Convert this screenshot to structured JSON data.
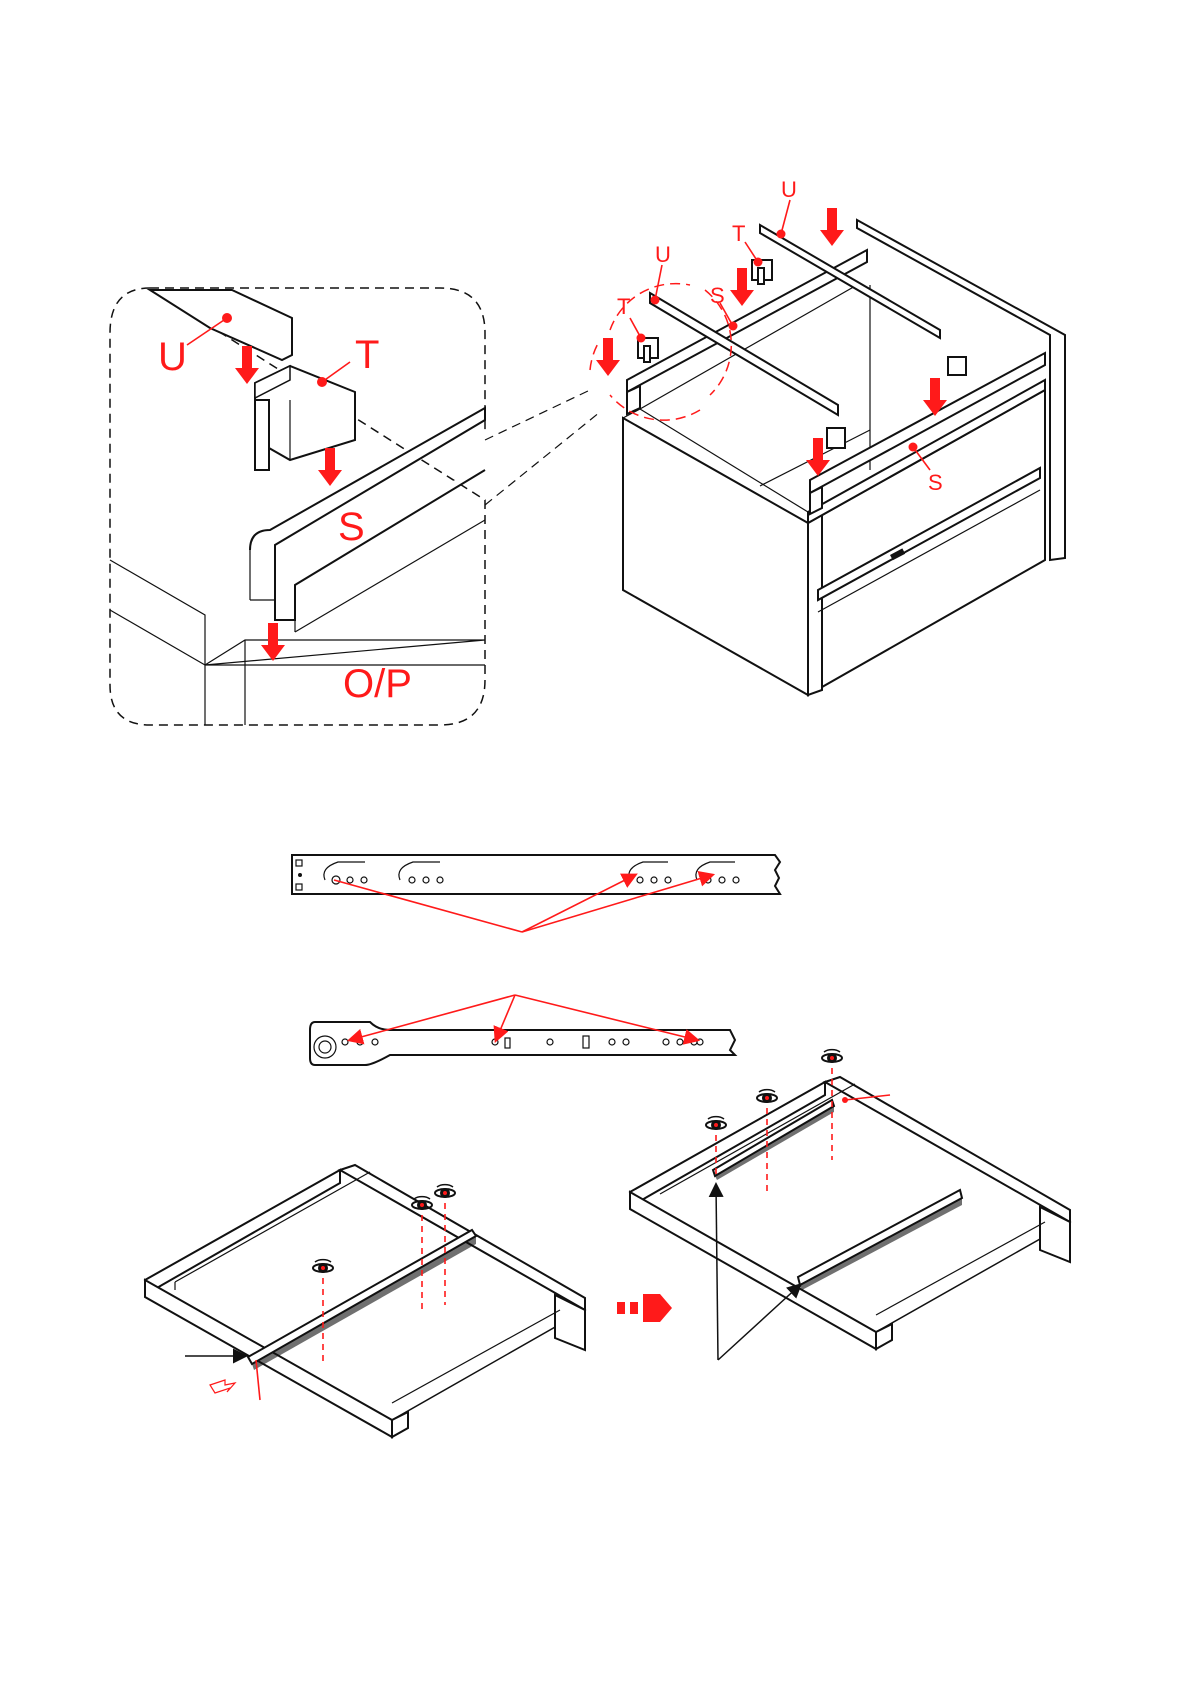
{
  "labels": {
    "inset_u": "U",
    "inset_t": "T",
    "inset_s": "S",
    "inset_op": "O/P",
    "main_u1": "U",
    "main_t1": "T",
    "main_u2": "U",
    "main_t2": "T",
    "main_s1": "S",
    "main_s2": "S"
  },
  "colors": {
    "accent": "#ff1a1a",
    "line": "#111111"
  }
}
